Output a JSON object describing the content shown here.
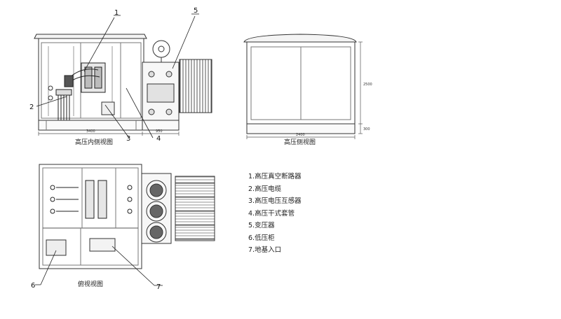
{
  "diagram": {
    "view_labels": {
      "hv_inner_side": "高压内侧视图",
      "hv_side": "高压侧视图",
      "top_view": "俯视视图"
    },
    "callouts": [
      "1",
      "2",
      "3",
      "4",
      "5",
      "6",
      "7"
    ],
    "dimensions": {
      "inner_width": "3400",
      "transformer_width": "950",
      "side_width": "2400",
      "side_height": "2500",
      "base_height": "300"
    },
    "legend": [
      "1.高压真空断路器",
      "2.高压电缆",
      "3.高压电压互感器",
      "4.高压干式套管",
      "5.变压器",
      "6.低压柜",
      "7.地基入口"
    ]
  }
}
